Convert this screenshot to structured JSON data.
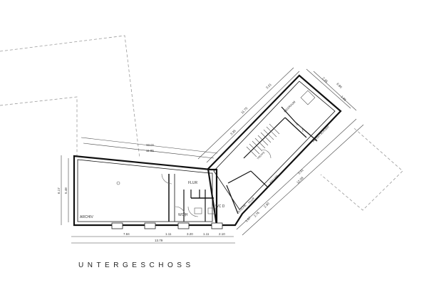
{
  "plan": {
    "title": "UNTERGESCHOSS",
    "rooms": {
      "archiv": "ARCHIV",
      "flur": "FLUR",
      "wc_h": "WC H",
      "wc_d": "WC D",
      "dusche": "DUSCHE",
      "flur2": "FLUR",
      "keller": "KELLER",
      "heizraum": "HEIZRAUM",
      "pelletslager": "PELLETSLAGER",
      "treppe": "TREPPE"
    },
    "dimensions": {
      "top_outer": "12.01",
      "top_inner": "11.85",
      "left_outer": "6.17",
      "left_inner": "5.48",
      "bottom_seg1": "7.84",
      "bottom_seg2": "1.11",
      "bottom_seg3": "3.20",
      "bottom_seg4": "1.11",
      "bottom_seg5": "2.10",
      "bottom_total": "13.79",
      "wing_outer": "11.75",
      "wing_seg1": "3.21",
      "wing_seg2": "3.35",
      "wing_right_seg": "5.41",
      "wing_right_total": "12.08",
      "end_total": "6.80",
      "end_seg1": "2.36",
      "end_seg2": "1.85",
      "inner_small1": "2.30",
      "inner_small2": "1.67",
      "inner_small3": "2.76"
    }
  }
}
